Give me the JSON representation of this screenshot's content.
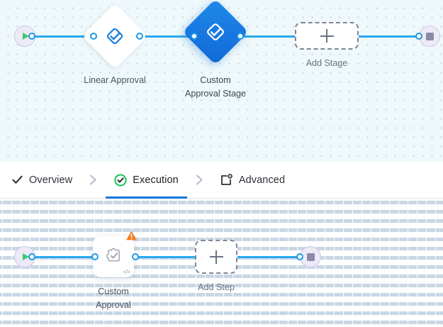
{
  "colors": {
    "edge": "#29a9ee",
    "port_stroke": "#1e9ae6",
    "selected_node": "#1877e0",
    "active_tab_underline": "#1677e0",
    "warning": "#f57c1f",
    "success_ring": "#22c55e",
    "start_play": "#3ec86f",
    "stop_square": "#8b8ba7",
    "stage_canvas_bg": "#eff9fc",
    "step_canvas_bg": "#fefeff",
    "label_text": "#4d5561"
  },
  "stage_canvas": {
    "name": "stage-graph",
    "start_node": {
      "icon": "play-icon",
      "label": ""
    },
    "end_node": {
      "icon": "stop-square-icon",
      "label": ""
    },
    "nodes": [
      {
        "label": "Linear Approval",
        "icon": "approval-diamond-icon",
        "selected": false
      },
      {
        "label": "Custom\nApproval Stage",
        "icon": "approval-diamond-icon",
        "selected": true
      }
    ],
    "add_placeholder": {
      "icon": "plus-icon",
      "label": "Add Stage"
    }
  },
  "tabbar": {
    "tabs": [
      {
        "label": "Overview",
        "icon": "check-icon",
        "active": false
      },
      {
        "label": "Execution",
        "icon": "check-circle-icon",
        "active": true
      },
      {
        "label": "Advanced",
        "icon": "window-gear-icon",
        "active": false
      }
    ],
    "separator_icon": "chevron-right-icon"
  },
  "step_canvas": {
    "name": "step-graph",
    "start_node": {
      "icon": "play-icon",
      "label": ""
    },
    "end_node": {
      "icon": "stop-square-icon",
      "label": ""
    },
    "nodes": [
      {
        "label": "Custom\nApproval",
        "icon": "custom-approval-icon",
        "warning_badge": "warning-triangle-icon",
        "code_badge": "</>"
      }
    ],
    "add_placeholder": {
      "icon": "plus-icon",
      "label": "Add Step"
    }
  }
}
